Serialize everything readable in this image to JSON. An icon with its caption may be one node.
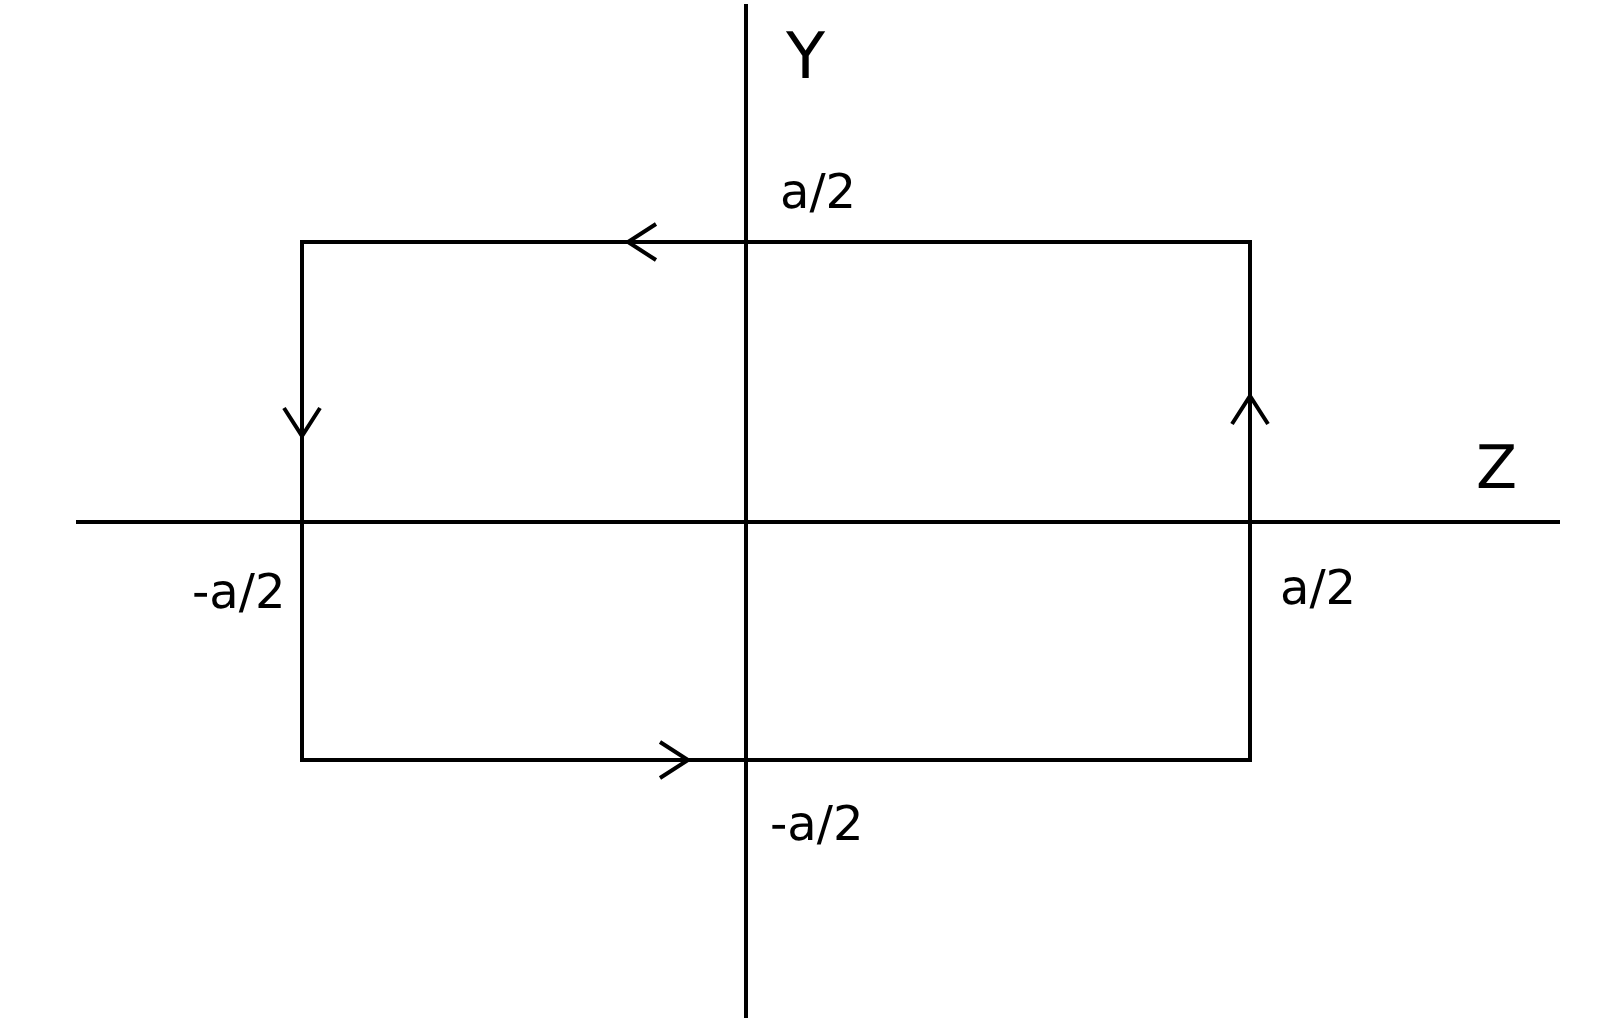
{
  "diagram": {
    "labels": [
      "Y",
      "a/2",
      "Z",
      "-a/2",
      "a/2",
      "-a/2"
    ]
  }
}
